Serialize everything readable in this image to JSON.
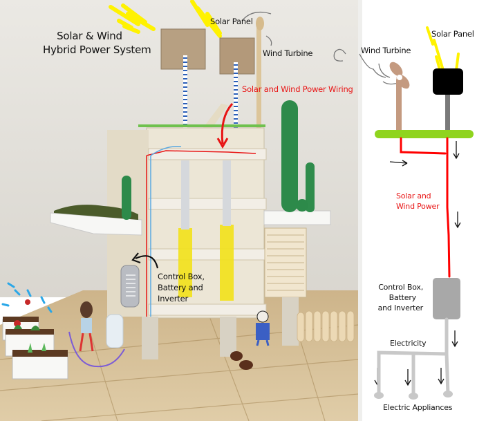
{
  "photo": {
    "title_line1": "Solar & Wind",
    "title_line2": "Hybrid Power System",
    "labels": {
      "solar_panel": "Solar Panel",
      "wind_turbine": "Wind Turbine",
      "wiring": "Solar and Wind Power Wiring",
      "control_box_line1": "Control Box,",
      "control_box_line2": "Battery and",
      "control_box_line3": "Inverter"
    },
    "colors": {
      "wall": "#e4e2dc",
      "floor": "#d7c29a",
      "cardboard": "#b8a081",
      "wire_red": "#e81414",
      "wire_blue": "#5aa8e0",
      "cactus": "#2d8a4a",
      "tape_yellow": "#f3e21a",
      "sun_yellow": "#fff200"
    }
  },
  "diagram": {
    "labels": {
      "wind_turbine": "Wind Turbine",
      "solar_panel": "Solar Panel",
      "power_line1": "Solar and",
      "power_line2": "Wind Power",
      "control_line1": "Control Box,",
      "control_line2": "Battery",
      "control_line3": "and Inverter",
      "electricity": "Electricity",
      "appliances": "Electric Appliances"
    },
    "colors": {
      "turbine": "#c49a80",
      "panel": "#000000",
      "pole": "#7a7a7a",
      "ground": "#8fd41e",
      "wire": "#ff0000",
      "box": "#a8a8a8",
      "output": "#c8c8c8",
      "rays": "#fff200"
    }
  }
}
